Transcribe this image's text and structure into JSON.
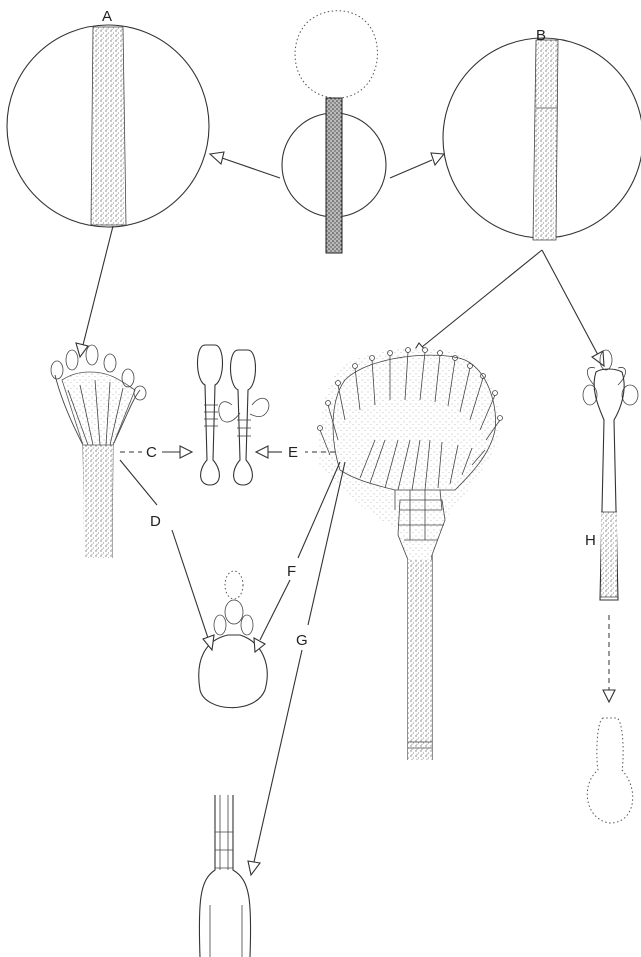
{
  "labels": {
    "a": "A",
    "b": "B",
    "c": "C",
    "d": "D",
    "e": "E",
    "f": "F",
    "g": "G",
    "h": "H"
  },
  "colors": {
    "ink": "#333333",
    "stipple": "#8a8a8a",
    "dark_stipple": "#555555",
    "background": "#ffffff"
  }
}
